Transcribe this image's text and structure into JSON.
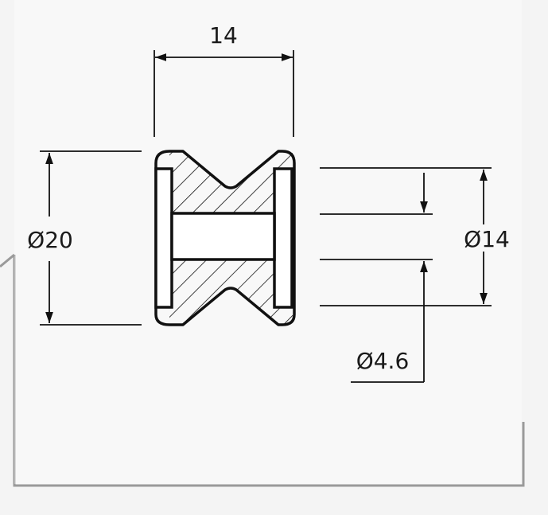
{
  "drawing": {
    "dimensions": {
      "width_top": "14",
      "outer_diameter": "Ø20",
      "groove_diameter": "Ø14",
      "bore_diameter": "Ø4.6"
    },
    "colors": {
      "line": "#111111",
      "sheet": "#ffffff",
      "background": "#f4f4f4",
      "sheet_border": "#9a9a9a"
    }
  }
}
